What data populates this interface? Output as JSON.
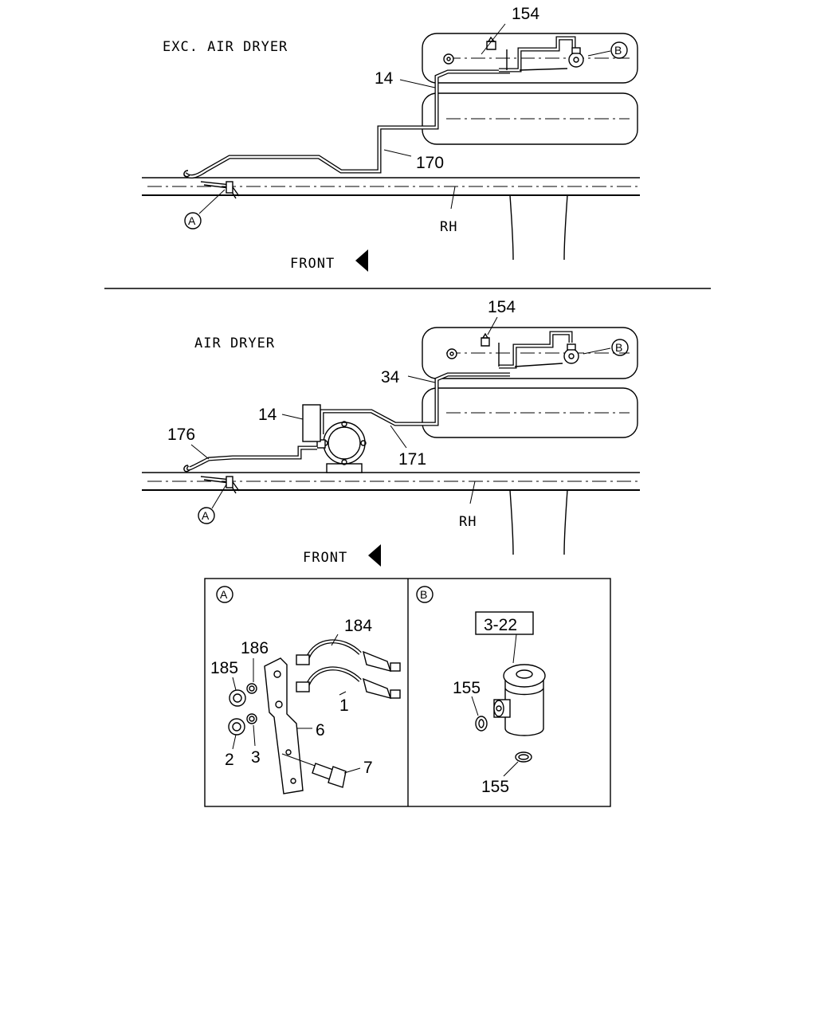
{
  "top": {
    "title": "EXC. AIR DRYER",
    "labels": {
      "p154": "154",
      "p14": "14",
      "p170": "170",
      "rh": "RH",
      "front": "FRONT"
    },
    "callouts": {
      "a": "A",
      "b": "B"
    }
  },
  "bottom": {
    "title": "AIR DRYER",
    "labels": {
      "p154": "154",
      "p34": "34",
      "p14": "14",
      "p176": "176",
      "p171": "171",
      "rh": "RH",
      "front": "FRONT"
    },
    "callouts": {
      "a": "A",
      "b": "B"
    }
  },
  "detail_a": {
    "marker": "A",
    "labels": {
      "p184": "184",
      "p186": "186",
      "p185": "185",
      "p1": "1",
      "p6": "6",
      "p2": "2",
      "p3": "3",
      "p7": "7"
    }
  },
  "detail_b": {
    "marker": "B",
    "ref_box": "3-22",
    "labels": {
      "p155a": "155",
      "p155b": "155"
    }
  }
}
